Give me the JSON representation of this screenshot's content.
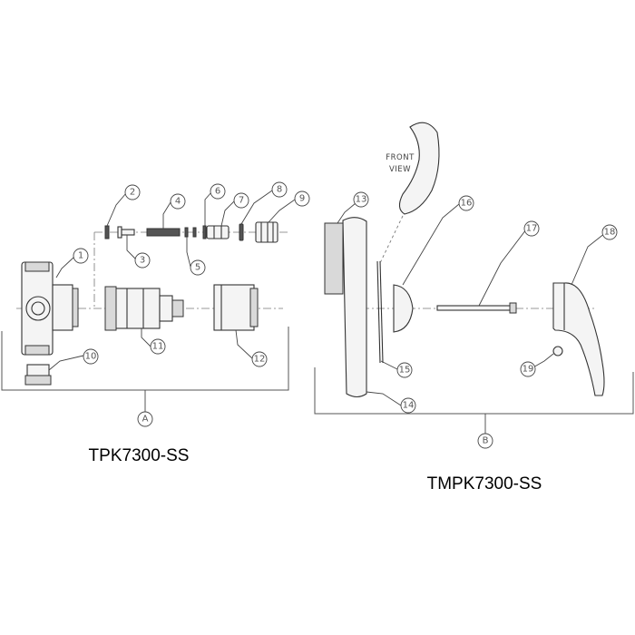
{
  "kits": {
    "a": {
      "marker": "A",
      "title": "TPK7300-SS"
    },
    "b": {
      "marker": "B",
      "title": "TMPK7300-SS"
    }
  },
  "front_view": {
    "line1": "FRONT",
    "line2": "VIEW"
  },
  "callouts": {
    "c1": "1",
    "c2": "2",
    "c3": "3",
    "c4": "4",
    "c5": "5",
    "c6": "6",
    "c7": "7",
    "c8": "8",
    "c9": "9",
    "c10": "10",
    "c11": "11",
    "c12": "12",
    "c13": "13",
    "c14": "14",
    "c15": "15",
    "c16": "16",
    "c17": "17",
    "c18": "18",
    "c19": "19"
  }
}
